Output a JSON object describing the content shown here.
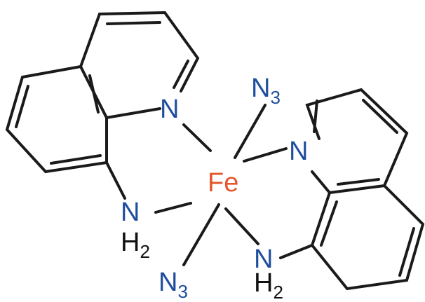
{
  "molecule": {
    "metal": "Fe",
    "colors": {
      "nitrogen": "#1f4e9e",
      "iron": "#e4572e",
      "bond": "#1a1a1a"
    },
    "ligand_left": {
      "ring_n": "N",
      "amine_n": "N",
      "amine_h": "H",
      "amine_h_count": "2"
    },
    "ligand_right": {
      "ring_n": "N",
      "amine_n": "N",
      "amine_h": "H",
      "amine_h_count": "2"
    },
    "azide_top": {
      "n": "N",
      "count": "3"
    },
    "azide_bottom": {
      "n": "N",
      "count": "3"
    }
  }
}
